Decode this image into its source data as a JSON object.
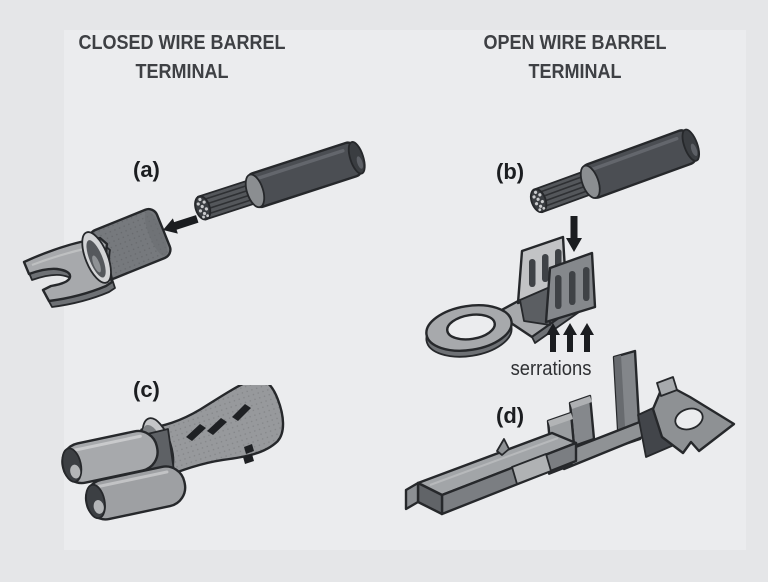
{
  "titles": {
    "left": [
      "CLOSED WIRE BARREL",
      "TERMINAL"
    ],
    "right": [
      "OPEN WIRE BARREL",
      "TERMINAL"
    ]
  },
  "labels": {
    "a": "(a)",
    "b": "(b)",
    "c": "(c)",
    "d": "(d)"
  },
  "captions": {
    "serrations": "serrations"
  },
  "colors": {
    "page_bg": "#e5e6e8",
    "panel_bg": "#ebecee",
    "ink": "#26282b",
    "title_ink": "#3e4044",
    "arrow": "#1b1d20",
    "metal_light": "#a7a9ac",
    "metal_xlight": "#c2c3c5",
    "metal_mid": "#8b8e91",
    "metal_dark": "#6e7175",
    "metal_deep": "#55585c",
    "rim": "#d3d4d6",
    "barrel_a": "#76797d",
    "barrel_c": "#97999c",
    "insulation": "#4b4e53",
    "insulation_dark": "#3a3d41",
    "strand": "#54575b",
    "slot": "#3f4246",
    "dot": "#c9cacc"
  }
}
